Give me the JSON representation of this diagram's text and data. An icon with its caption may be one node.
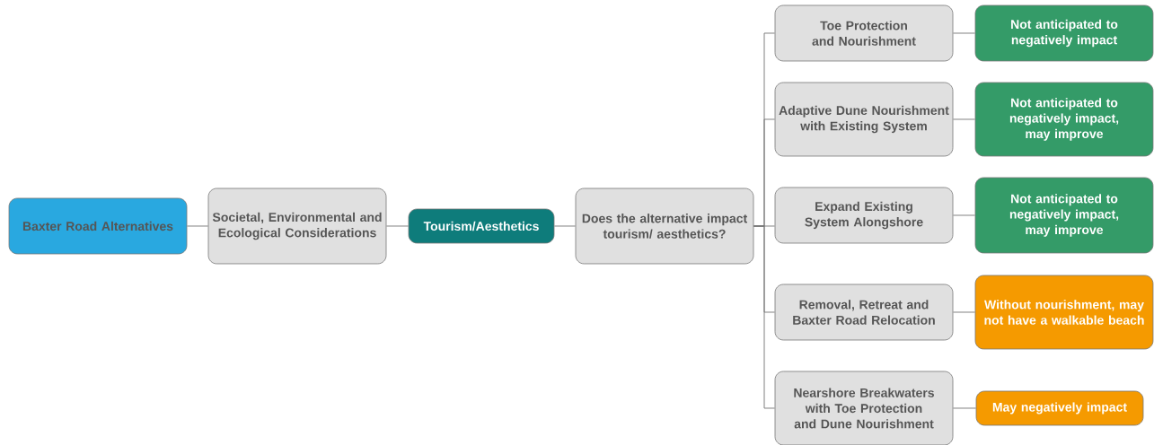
{
  "diagram": {
    "nodes": [
      {
        "text": [
          "Baxter Road Alternatives"
        ]
      },
      {
        "text": [
          "Societal, Environmental and Ecological Considerations"
        ]
      },
      {
        "text": [
          "Tourism/Aesthetics"
        ]
      },
      {
        "text": [
          "Does the alternative impact tourism/ aesthetics?"
        ]
      },
      {
        "text": [
          "Toe Protection and Nourishment"
        ]
      },
      {
        "text": [
          "Not anticipated to negatively impact"
        ]
      },
      {
        "text": [
          "Adaptive Dune Nourishment with Existing System"
        ]
      },
      {
        "text": [
          "Not anticipated to negatively impact, may improve"
        ]
      },
      {
        "text": [
          "Expand Existing System Alongshore"
        ]
      },
      {
        "text": [
          "Not anticipated to negatively impact, may improve"
        ]
      },
      {
        "text": [
          "Removal, Retreat and Baxter Road Relocation"
        ]
      },
      {
        "text": [
          "Without nourishment, may not have a walkable beach"
        ]
      },
      {
        "text": [
          "Nearshore Breakwaters with Toe Protection and Dune Nourishment"
        ]
      },
      {
        "text": [
          "May negatively impact"
        ]
      }
    ],
    "edges": [
      {
        "from": 0,
        "to": 1,
        "arrow": "none"
      },
      {
        "from": 1,
        "to": 2,
        "arrow": "none"
      },
      {
        "from": 2,
        "to": 3,
        "arrow": "none"
      },
      {
        "from": 3,
        "to": 4,
        "arrow": "none"
      },
      {
        "from": 3,
        "to": 6,
        "arrow": "none"
      },
      {
        "from": 3,
        "to": 8,
        "arrow": "none"
      },
      {
        "from": 3,
        "to": 10,
        "arrow": "none"
      },
      {
        "from": 3,
        "to": 12,
        "arrow": "none"
      },
      {
        "from": 4,
        "to": 5,
        "arrow": "none"
      },
      {
        "from": 6,
        "to": 7,
        "arrow": "none"
      },
      {
        "from": 8,
        "to": 9,
        "arrow": "none"
      },
      {
        "from": 10,
        "to": 11,
        "arrow": "none"
      },
      {
        "from": 12,
        "to": 13,
        "arrow": "none"
      }
    ]
  }
}
